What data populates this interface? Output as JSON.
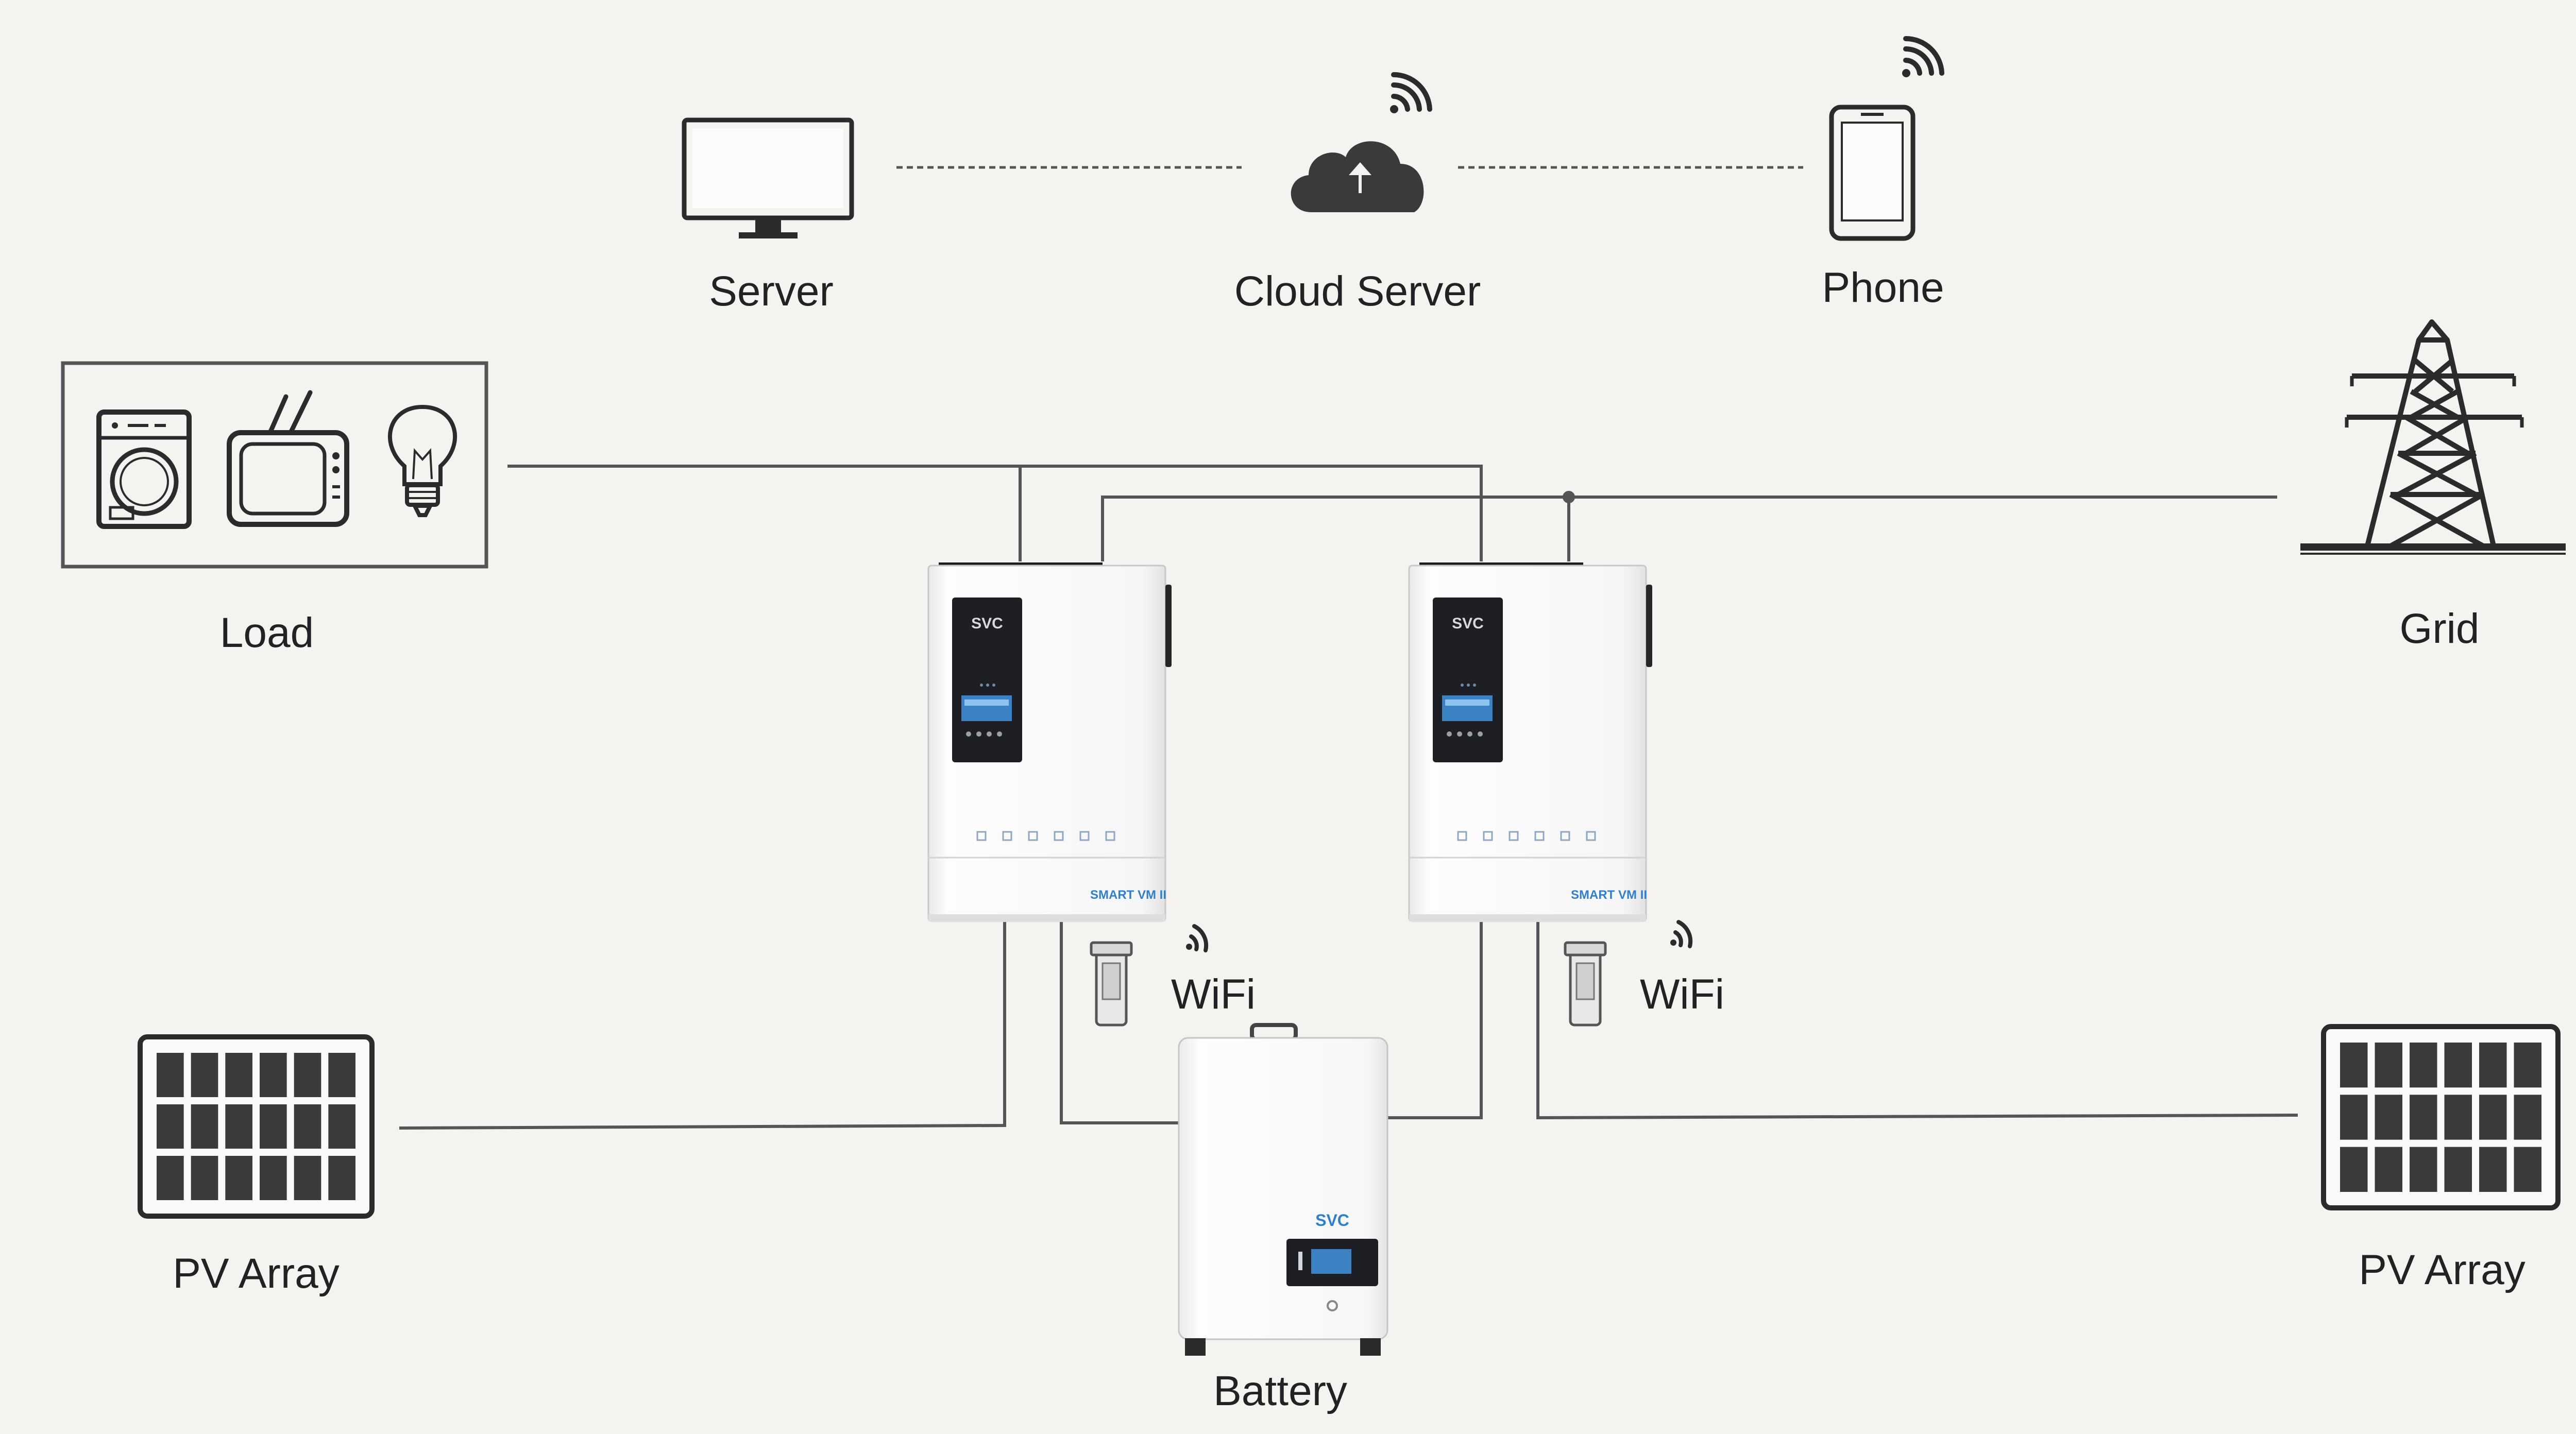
{
  "nodes": {
    "server": {
      "label": "Server"
    },
    "cloud_server": {
      "label": "Cloud Server"
    },
    "phone": {
      "label": "Phone"
    },
    "load": {
      "label": "Load"
    },
    "grid": {
      "label": "Grid"
    },
    "pv_array_left": {
      "label": "PV Array"
    },
    "pv_array_right": {
      "label": "PV Array"
    },
    "battery": {
      "label": "Battery",
      "brand": "SVC"
    },
    "inverter_1": {
      "brand": "SVC",
      "model": "SMART VM II",
      "wifi_label": "WiFi"
    },
    "inverter_2": {
      "brand": "SVC",
      "model": "SMART VM II",
      "wifi_label": "WiFi"
    }
  },
  "colors": {
    "background": "#f4f3ef",
    "line": "#555555",
    "icon_stroke": "#2b2b2b",
    "device_body": "#fbfbfb",
    "display_panel": "#1e1f24",
    "screen_blue": "#3b82c4",
    "brand_blue": "#2f7fd0"
  },
  "icons": {
    "server": "monitor-icon",
    "cloud": "cloud-upload-icon",
    "phone": "smartphone-icon",
    "load": [
      "washing-machine-icon",
      "tv-icon",
      "light-bulb-icon"
    ],
    "grid": "transmission-tower-icon",
    "pv": "solar-panel-icon",
    "wifi": "wifi-signal-icon"
  }
}
